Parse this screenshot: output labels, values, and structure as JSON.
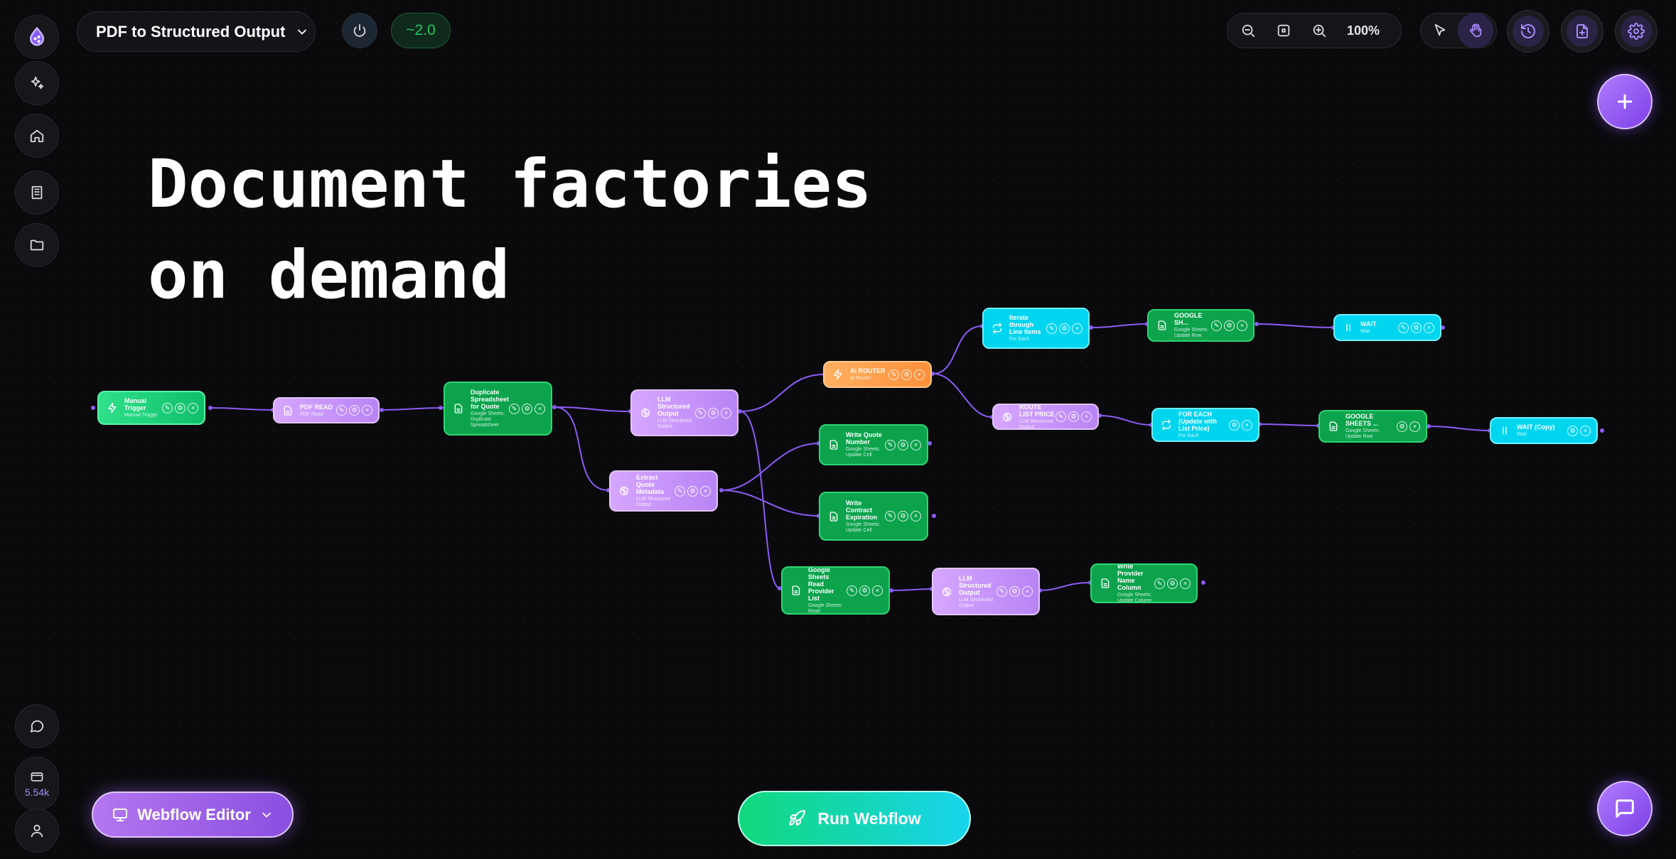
{
  "app": {
    "workflow_name": "PDF to Structured Output",
    "version_badge": "~2.0"
  },
  "toolbar": {
    "zoom_level": "100%"
  },
  "hero": {
    "headline": "Document factories\non demand"
  },
  "sidebar": {
    "credits": "5.54k"
  },
  "nodes": [
    {
      "title": "Manual Trigger",
      "subtitle": "Manual Trigger"
    },
    {
      "title": "PDF READ",
      "subtitle": "PDF Read"
    },
    {
      "title": "Duplicate Spreadsheet for Quote",
      "subtitle": "Google Sheets: Duplicate Spreadsheet"
    },
    {
      "title": "LLM Structured Output",
      "subtitle": "LLM Structured Output"
    },
    {
      "title": "Extract Quote Metadata",
      "subtitle": "LLM Structured Output"
    },
    {
      "title": "AI ROUTER",
      "subtitle": "AI Router"
    },
    {
      "title": "Iterate through Line Items",
      "subtitle": "For Each"
    },
    {
      "title": "GOOGLE SH...",
      "subtitle": "Google Sheets: Update Row"
    },
    {
      "title": "WAIT",
      "subtitle": "Wait"
    },
    {
      "title": "ROUTE LIST PRICE",
      "subtitle": "LLM Structured Output"
    },
    {
      "title": "FOR EACH (Update with List Price)",
      "subtitle": "For Each"
    },
    {
      "title": "GOOGLE SHEETS ...",
      "subtitle": "Google Sheets: Update Row"
    },
    {
      "title": "WAIT (Copy)",
      "subtitle": "Wait"
    },
    {
      "title": "Write Quote Number",
      "subtitle": "Google Sheets: Update Cell"
    },
    {
      "title": "Write Contract Expiration",
      "subtitle": "Google Sheets: Update Cell"
    },
    {
      "title": "Google Sheets Read Provider List",
      "subtitle": "Google Sheets: Read"
    },
    {
      "title": "LLM Structured Output",
      "subtitle": "LLM Structured Output"
    },
    {
      "title": "Write Provider Name Column",
      "subtitle": "Google Sheets: Update Column"
    }
  ],
  "bottom": {
    "editor_label": "Webflow Editor",
    "run_label": "Run Webflow"
  },
  "colors": {
    "accent": "#8b5cf6",
    "green": "#0ca34c",
    "purple": "#c596f8",
    "cyan": "#00d5f0",
    "orange": "#ff9a48"
  }
}
